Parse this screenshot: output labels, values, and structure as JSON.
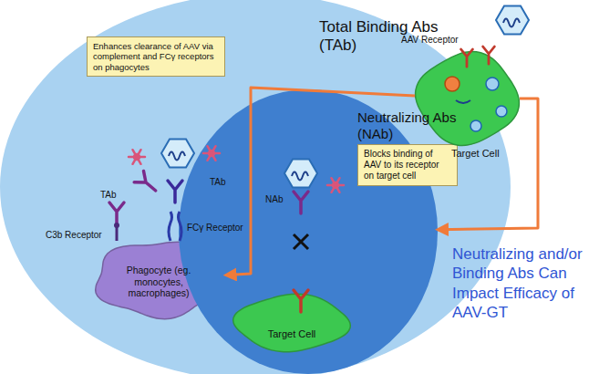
{
  "diagram": {
    "title": "Neutralizing and/or Binding Abs Can Impact Efficacy of AAV-GT",
    "nodes": [
      {
        "text": [
          "Total Binding Abs (TAb)"
        ]
      },
      {
        "text": [
          "Enhances clearance of AAV via complement and FCγ receptors on phagocytes"
        ],
        "in": 0
      },
      {
        "text": [
          "Phagocyte (eg. monocytes, macrophages)"
        ],
        "in": 0
      },
      {
        "text": [
          "Neutralizing Abs (NAb)"
        ],
        "in": 0
      },
      {
        "text": [
          "Blocks binding of AAV to its receptor on target cell"
        ],
        "in": 3
      },
      {
        "text": [
          "Target Cell"
        ],
        "in": 3
      },
      {
        "text": [
          "Target Cell"
        ]
      }
    ],
    "edges": [
      {
        "from": 6,
        "to": 2,
        "arrow": "to"
      },
      {
        "from": 6,
        "to": 3,
        "arrow": "to"
      }
    ],
    "labels": [
      "AAV Receptor",
      "TAb",
      "TAb",
      "C3b Receptor",
      "FCγ Receptor",
      "NAb"
    ]
  }
}
